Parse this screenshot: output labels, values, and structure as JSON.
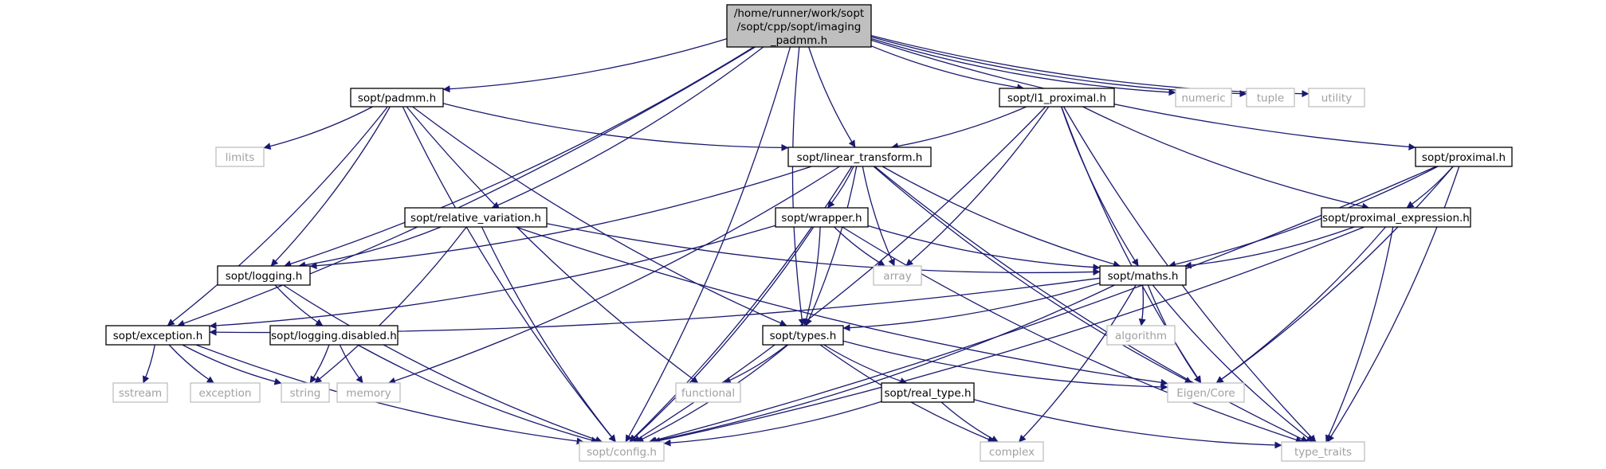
{
  "colors": {
    "edge": "#191970",
    "root_fill": "#bfbfbf",
    "project_border": "#000000",
    "system_border": "#bfbfbf",
    "system_text": "#a0a0a0"
  },
  "root": {
    "lines": [
      "/home/runner/work/sopt",
      "/sopt/cpp/sopt/imaging",
      "_padmm.h"
    ]
  },
  "nodes": {
    "padmm": "sopt/padmm.h",
    "l1_proximal": "sopt/l1_proximal.h",
    "numeric": "numeric",
    "tuple": "tuple",
    "utility": "utility",
    "limits": "limits",
    "linear_transform": "sopt/linear_transform.h",
    "proximal": "sopt/proximal.h",
    "relative_variation": "sopt/relative_variation.h",
    "wrapper": "sopt/wrapper.h",
    "proximal_expression": "sopt/proximal_expression.h",
    "logging": "sopt/logging.h",
    "array": "array",
    "maths": "sopt/maths.h",
    "exception": "sopt/exception.h",
    "logging_disabled": "sopt/logging.disabled.h",
    "types": "sopt/types.h",
    "algorithm": "algorithm",
    "sstream": "sstream",
    "exception_std": "exception",
    "string": "string",
    "memory": "memory",
    "functional": "functional",
    "eigen_core": "Eigen/Core",
    "real_type": "sopt/real_type.h",
    "config": "sopt/config.h",
    "complex": "complex",
    "type_traits": "type_traits"
  },
  "edges": [
    [
      "root",
      "padmm"
    ],
    [
      "root",
      "l1_proximal"
    ],
    [
      "root",
      "numeric"
    ],
    [
      "root",
      "tuple"
    ],
    [
      "root",
      "utility"
    ],
    [
      "root",
      "linear_transform"
    ],
    [
      "root",
      "proximal"
    ],
    [
      "root",
      "relative_variation"
    ],
    [
      "root",
      "logging"
    ],
    [
      "root",
      "types"
    ],
    [
      "root",
      "exception"
    ],
    [
      "root",
      "config"
    ],
    [
      "padmm",
      "limits"
    ],
    [
      "padmm",
      "linear_transform"
    ],
    [
      "padmm",
      "logging"
    ],
    [
      "padmm",
      "exception"
    ],
    [
      "padmm",
      "types"
    ],
    [
      "padmm",
      "functional"
    ],
    [
      "padmm",
      "config"
    ],
    [
      "l1_proximal",
      "linear_transform"
    ],
    [
      "l1_proximal",
      "proximal_expression"
    ],
    [
      "l1_proximal",
      "array"
    ],
    [
      "l1_proximal",
      "maths"
    ],
    [
      "l1_proximal",
      "eigen_core"
    ],
    [
      "l1_proximal",
      "type_traits"
    ],
    [
      "l1_proximal",
      "config"
    ],
    [
      "linear_transform",
      "wrapper"
    ],
    [
      "linear_transform",
      "logging"
    ],
    [
      "linear_transform",
      "array"
    ],
    [
      "linear_transform",
      "maths"
    ],
    [
      "linear_transform",
      "types"
    ],
    [
      "linear_transform",
      "memory"
    ],
    [
      "linear_transform",
      "eigen_core"
    ],
    [
      "linear_transform",
      "type_traits"
    ],
    [
      "linear_transform",
      "config"
    ],
    [
      "proximal",
      "proximal_expression"
    ],
    [
      "proximal",
      "maths"
    ],
    [
      "proximal",
      "eigen_core"
    ],
    [
      "proximal",
      "type_traits"
    ],
    [
      "proximal",
      "config"
    ],
    [
      "relative_variation",
      "logging"
    ],
    [
      "relative_variation",
      "maths"
    ],
    [
      "relative_variation",
      "string"
    ],
    [
      "relative_variation",
      "eigen_core"
    ],
    [
      "relative_variation",
      "config"
    ],
    [
      "wrapper",
      "array"
    ],
    [
      "wrapper",
      "maths"
    ],
    [
      "wrapper",
      "types"
    ],
    [
      "wrapper",
      "exception"
    ],
    [
      "wrapper",
      "type_traits"
    ],
    [
      "wrapper",
      "config"
    ],
    [
      "proximal_expression",
      "maths"
    ],
    [
      "proximal_expression",
      "eigen_core"
    ],
    [
      "proximal_expression",
      "type_traits"
    ],
    [
      "proximal_expression",
      "config"
    ],
    [
      "logging",
      "logging_disabled"
    ],
    [
      "logging",
      "config"
    ],
    [
      "maths",
      "exception"
    ],
    [
      "maths",
      "types"
    ],
    [
      "maths",
      "algorithm"
    ],
    [
      "maths",
      "eigen_core"
    ],
    [
      "maths",
      "complex"
    ],
    [
      "maths",
      "type_traits"
    ],
    [
      "maths",
      "config"
    ],
    [
      "exception",
      "sstream"
    ],
    [
      "exception",
      "exception_std"
    ],
    [
      "exception",
      "string"
    ],
    [
      "exception",
      "config"
    ],
    [
      "logging_disabled",
      "string"
    ],
    [
      "logging_disabled",
      "memory"
    ],
    [
      "logging_disabled",
      "config"
    ],
    [
      "types",
      "functional"
    ],
    [
      "types",
      "real_type"
    ],
    [
      "types",
      "eigen_core"
    ],
    [
      "types",
      "complex"
    ],
    [
      "types",
      "config"
    ],
    [
      "real_type",
      "complex"
    ],
    [
      "real_type",
      "type_traits"
    ],
    [
      "real_type",
      "config"
    ]
  ]
}
